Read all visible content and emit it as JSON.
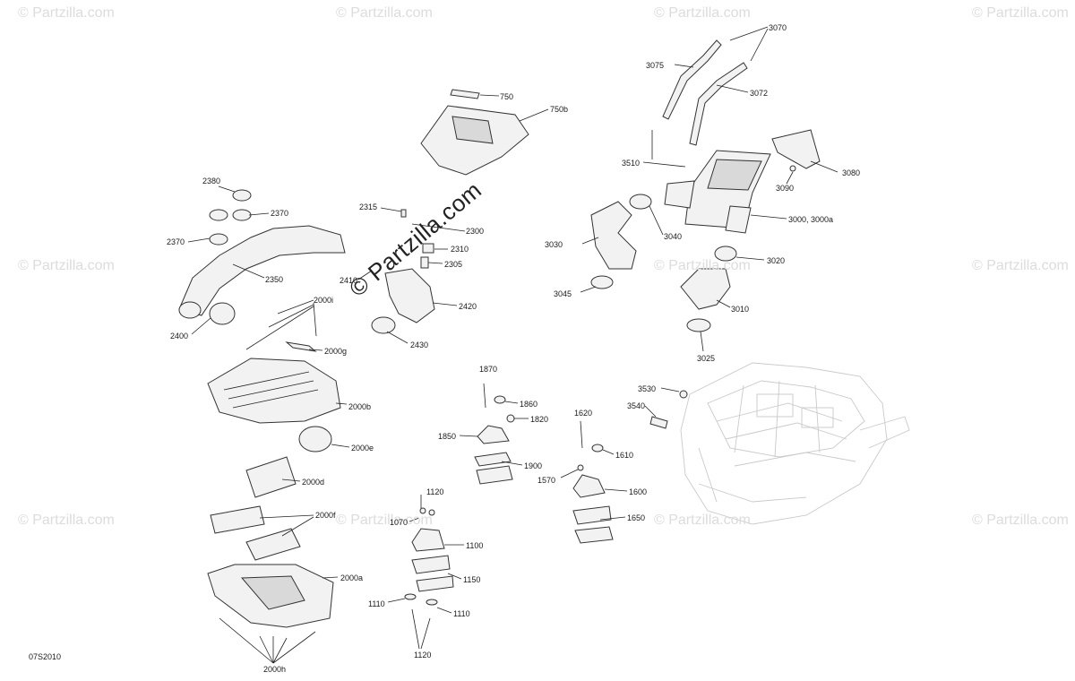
{
  "diagram": {
    "code": "07S2010",
    "watermark": "© Partzilla.com",
    "center_watermark": "© Partzilla.com",
    "callouts": [
      {
        "id": "750",
        "text": "750"
      },
      {
        "id": "750b",
        "text": "750b"
      },
      {
        "id": "3070",
        "text": "3070"
      },
      {
        "id": "3075",
        "text": "3075"
      },
      {
        "id": "3072",
        "text": "3072"
      },
      {
        "id": "3510",
        "text": "3510"
      },
      {
        "id": "3080",
        "text": "3080"
      },
      {
        "id": "3090",
        "text": "3090"
      },
      {
        "id": "3000",
        "text": "3000, 3000a"
      },
      {
        "id": "3040",
        "text": "3040"
      },
      {
        "id": "3030",
        "text": "3030"
      },
      {
        "id": "3020",
        "text": "3020"
      },
      {
        "id": "3045",
        "text": "3045"
      },
      {
        "id": "3010",
        "text": "3010"
      },
      {
        "id": "3025",
        "text": "3025"
      },
      {
        "id": "2380",
        "text": "2380"
      },
      {
        "id": "2370a",
        "text": "2370"
      },
      {
        "id": "2370b",
        "text": "2370"
      },
      {
        "id": "2350",
        "text": "2350"
      },
      {
        "id": "2400",
        "text": "2400"
      },
      {
        "id": "2315",
        "text": "2315"
      },
      {
        "id": "2300",
        "text": "2300"
      },
      {
        "id": "2310",
        "text": "2310"
      },
      {
        "id": "2305",
        "text": "2305"
      },
      {
        "id": "2410",
        "text": "2410"
      },
      {
        "id": "2420",
        "text": "2420"
      },
      {
        "id": "2430",
        "text": "2430"
      },
      {
        "id": "2000i",
        "text": "2000i"
      },
      {
        "id": "2000g",
        "text": "2000g"
      },
      {
        "id": "2000b",
        "text": "2000b"
      },
      {
        "id": "2000e",
        "text": "2000e"
      },
      {
        "id": "2000d",
        "text": "2000d"
      },
      {
        "id": "2000f",
        "text": "2000f"
      },
      {
        "id": "2000a",
        "text": "2000a"
      },
      {
        "id": "2000h",
        "text": "2000h"
      },
      {
        "id": "1870",
        "text": "1870"
      },
      {
        "id": "1860",
        "text": "1860"
      },
      {
        "id": "1820",
        "text": "1820"
      },
      {
        "id": "1850",
        "text": "1850"
      },
      {
        "id": "1900",
        "text": "1900"
      },
      {
        "id": "1620",
        "text": "1620"
      },
      {
        "id": "1610",
        "text": "1610"
      },
      {
        "id": "1570",
        "text": "1570"
      },
      {
        "id": "1600",
        "text": "1600"
      },
      {
        "id": "1650",
        "text": "1650"
      },
      {
        "id": "3530",
        "text": "3530"
      },
      {
        "id": "3540",
        "text": "3540"
      },
      {
        "id": "1120a",
        "text": "1120"
      },
      {
        "id": "1070",
        "text": "1070"
      },
      {
        "id": "1100",
        "text": "1100"
      },
      {
        "id": "1150",
        "text": "1150"
      },
      {
        "id": "1110a",
        "text": "1110"
      },
      {
        "id": "1110b",
        "text": "1110"
      },
      {
        "id": "1120b",
        "text": "1120"
      }
    ]
  }
}
